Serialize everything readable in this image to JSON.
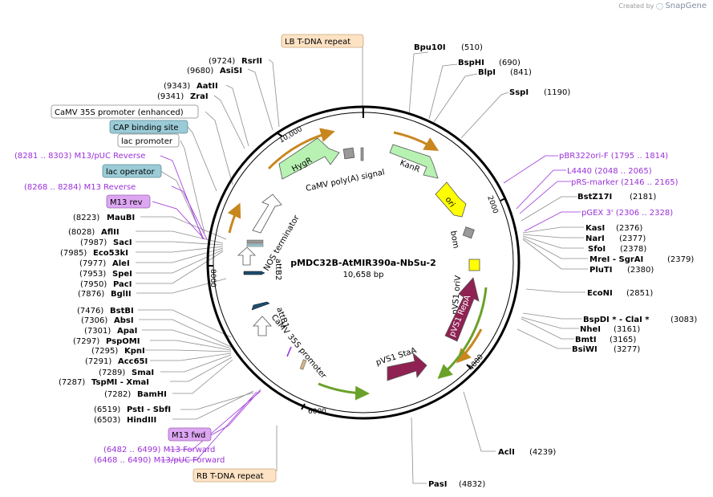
{
  "credit": {
    "prefix": "Created by",
    "brand": "SnapGene"
  },
  "plasmid": {
    "name": "pMDC32B-AtMIR390a-NbSu-2",
    "length": "10,658 bp"
  },
  "ticks": [
    "10,000",
    "2000",
    "4000",
    "6000",
    "8000"
  ],
  "colors": {
    "backbone": "#000000",
    "site_line": "#8c8c8c",
    "primer": "#9b30d9",
    "orange_arrow": "#c8871e",
    "green_arrow": "#6aa12a",
    "feature_green": "#b7f2b2",
    "feature_yellow": "#ffff00",
    "feature_maroon": "#8f2253",
    "feature_white": "#ffffff",
    "feature_gray": "#999999",
    "lb_rb_fill": "#fde2c4",
    "blue_box": "#9bcbd6",
    "purple_box": "#dda6f2"
  },
  "features": {
    "hygr": "HygR",
    "kanr": "KanR",
    "ori": "ori",
    "bom": "bom",
    "pvs1_oriv": "pVS1 oriV",
    "pvs1_repa": "pVS1 RepA",
    "pvs1_staa": "pVS1 StaA",
    "camv_polya": "CaMV poly(A) signal",
    "nos_terminator": "NOS terminator",
    "attb2": "attB2",
    "attb1": "attB1",
    "camv_35s": "CaMV 35S promoter"
  },
  "boxed_labels": {
    "lb": "LB T-DNA repeat",
    "rb": "RB T-DNA repeat",
    "camv_enh": "CaMV 35S promoter (enhanced)",
    "cap": "CAP binding site",
    "lac_promoter": "lac promoter",
    "lac_operator": "lac operator",
    "m13_rev": "M13 rev",
    "m13_fwd": "M13 fwd"
  },
  "primers": {
    "pbr322": "pBR322ori-F   (1795 .. 1814)",
    "l4440": "L4440   (2048 .. 2065)",
    "prs": "pRS-marker   (2146 .. 2165)",
    "pgex": "pGEX 3'   (2306 .. 2328)",
    "m13_puc_rev": "(8281 .. 8303)  M13/pUC Reverse",
    "m13_reverse": "(8268 .. 8284)  M13 Reverse",
    "m13_forward": "(6482 .. 6499)  M13 Forward",
    "m13_puc_fwd": "(6468 .. 6490)  M13/pUC Forward"
  },
  "sites": {
    "bpu10i": {
      "name": "Bpu10I",
      "pos": "(510)"
    },
    "bsphi": {
      "name": "BspHI",
      "pos": "(690)"
    },
    "blpi": {
      "name": "BlpI",
      "pos": "(841)"
    },
    "sspi": {
      "name": "SspI",
      "pos": "(1190)"
    },
    "bstz17i": {
      "name": "BstZ17I",
      "pos": "(2181)"
    },
    "kasi": {
      "name": "KasI",
      "pos": "(2376)"
    },
    "nari": {
      "name": "NarI",
      "pos": "(2377)"
    },
    "sfoi": {
      "name": "SfoI",
      "pos": "(2378)"
    },
    "mrei": {
      "name": "MreI  -  SgrAI",
      "pos": "(2379)"
    },
    "pluti": {
      "name": "PluTI",
      "pos": "(2380)"
    },
    "econi": {
      "name": "EcoNI",
      "pos": "(2851)"
    },
    "bspdi": {
      "name": "BspDI *  -  ClaI *",
      "pos": "(3083)"
    },
    "nhei": {
      "name": "NheI",
      "pos": "(3161)"
    },
    "bmti": {
      "name": "BmtI",
      "pos": "(3165)"
    },
    "bsiwi": {
      "name": "BsiWI",
      "pos": "(3277)"
    },
    "acli": {
      "name": "AclI",
      "pos": "(4239)"
    },
    "pasi": {
      "name": "PasI",
      "pos": "(4832)"
    },
    "psti": {
      "name": "PstI  -  SbfI",
      "pos": "(6519)"
    },
    "hindiii": {
      "name": "HindIII",
      "pos": "(6503)"
    },
    "bamhi": {
      "name": "BamHI",
      "pos": "(7282)"
    },
    "tspmi": {
      "name": "TspMI  -  XmaI",
      "pos": "(7287)"
    },
    "smai": {
      "name": "SmaI",
      "pos": "(7289)"
    },
    "acc65i": {
      "name": "Acc65I",
      "pos": "(7291)"
    },
    "kpni": {
      "name": "KpnI",
      "pos": "(7295)"
    },
    "pspomi": {
      "name": "PspOMI",
      "pos": "(7297)"
    },
    "apai": {
      "name": "ApaI",
      "pos": "(7301)"
    },
    "absi": {
      "name": "AbsI",
      "pos": "(7306)"
    },
    "bstbi": {
      "name": "BstBI",
      "pos": "(7476)"
    },
    "bglii": {
      "name": "BglII",
      "pos": "(7876)"
    },
    "paci": {
      "name": "PacI",
      "pos": "(7950)"
    },
    "spei": {
      "name": "SpeI",
      "pos": "(7953)"
    },
    "alei": {
      "name": "AleI",
      "pos": "(7977)"
    },
    "eco53ki": {
      "name": "Eco53kI",
      "pos": "(7985)"
    },
    "saci": {
      "name": "SacI",
      "pos": "(7987)"
    },
    "aflii": {
      "name": "AflII",
      "pos": "(8028)"
    },
    "maubi": {
      "name": "MauBI",
      "pos": "(8223)"
    },
    "zrai": {
      "name": "ZraI",
      "pos": "(9341)"
    },
    "aatii": {
      "name": "AatII",
      "pos": "(9343)"
    },
    "asisi": {
      "name": "AsiSI",
      "pos": "(9680)"
    },
    "rsrii": {
      "name": "RsrII",
      "pos": "(9724)"
    }
  }
}
